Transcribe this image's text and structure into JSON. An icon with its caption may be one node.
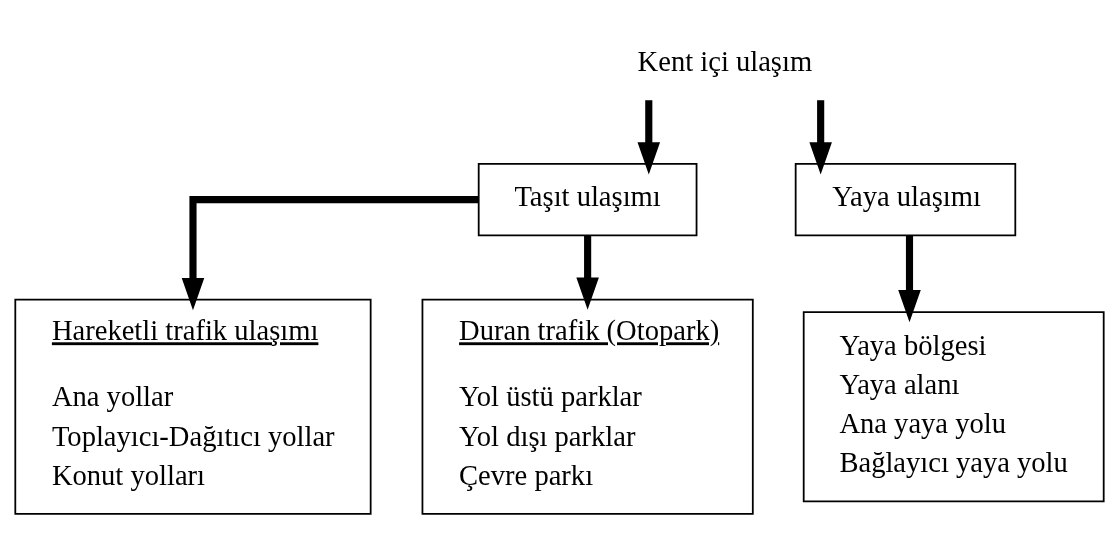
{
  "diagram": {
    "nodes": [
      {
        "text": [
          "Kent içi ulaşım"
        ]
      },
      {
        "text": [
          "Taşıt ulaşımı"
        ]
      },
      {
        "text": [
          "Yaya ulaşımı"
        ]
      },
      {
        "text": [
          "Hareketli trafik ulaşımı",
          "Ana yollar",
          "Toplayıcı-Dağıtıcı yollar",
          "Konut yolları"
        ]
      },
      {
        "text": [
          "Duran trafik (Otopark)",
          "Yol üstü parklar",
          "Yol dışı parklar",
          "Çevre parkı"
        ]
      },
      {
        "text": [
          "Yaya bölgesi",
          "Yaya alanı",
          "Ana yaya yolu",
          "Bağlayıcı yaya yolu"
        ]
      }
    ],
    "edges": [
      {
        "from": 0,
        "to": 1,
        "arrow": "to"
      },
      {
        "from": 0,
        "to": 2,
        "arrow": "to"
      },
      {
        "from": 1,
        "to": 3,
        "arrow": "to"
      },
      {
        "from": 1,
        "to": 4,
        "arrow": "to"
      },
      {
        "from": 2,
        "to": 5,
        "arrow": "to"
      }
    ]
  }
}
